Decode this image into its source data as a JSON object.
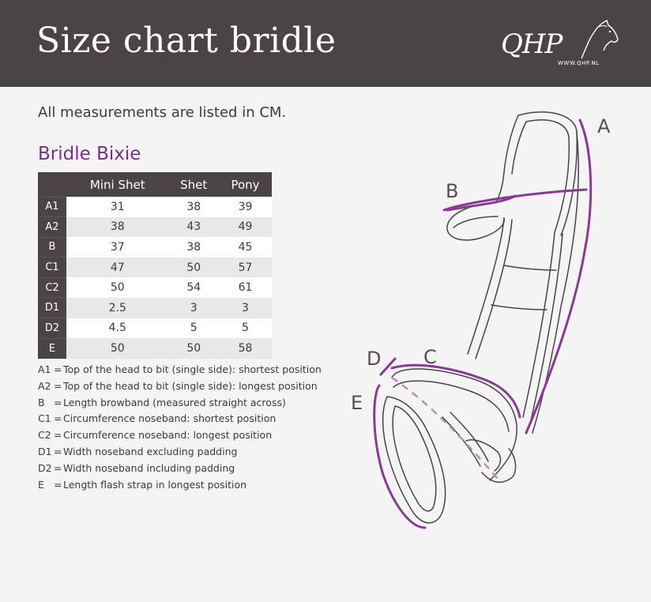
{
  "header": {
    "title": "Size chart bridle",
    "logo_text": "QHP",
    "logo_url": "WWW.QHP.NL"
  },
  "intro": "All measurements are listed in CM.",
  "subtitle": "Bridle Bixie",
  "table": {
    "columns": [
      "Mini Shet",
      "Shet",
      "Pony"
    ],
    "rows": [
      {
        "label": "A1",
        "values": [
          "31",
          "38",
          "39"
        ]
      },
      {
        "label": "A2",
        "values": [
          "38",
          "43",
          "49"
        ]
      },
      {
        "label": "B",
        "values": [
          "37",
          "38",
          "45"
        ]
      },
      {
        "label": "C1",
        "values": [
          "47",
          "50",
          "57"
        ]
      },
      {
        "label": "C2",
        "values": [
          "50",
          "54",
          "61"
        ]
      },
      {
        "label": "D1",
        "values": [
          "2.5",
          "3",
          "3"
        ]
      },
      {
        "label": "D2",
        "values": [
          "4.5",
          "5",
          "5"
        ]
      },
      {
        "label": "E",
        "values": [
          "50",
          "50",
          "58"
        ]
      }
    ]
  },
  "legend": [
    {
      "code": "A1",
      "text": "Top of the head to bit (single side): shortest position"
    },
    {
      "code": "A2",
      "text": "Top of the head to bit (single side): longest position"
    },
    {
      "code": "B",
      "text": "Length browband (measured straight across)"
    },
    {
      "code": "C1",
      "text": "Circumference noseband: shortest position"
    },
    {
      "code": "C2",
      "text": "Circumference noseband: longest position"
    },
    {
      "code": "D1",
      "text": "Width noseband excluding padding"
    },
    {
      "code": "D2",
      "text": "Width noseband including padding"
    },
    {
      "code": "E",
      "text": "Length flash strap in longest position"
    }
  ],
  "diagram_labels": {
    "a": "A",
    "b": "B",
    "c": "C",
    "d": "D",
    "e": "E"
  },
  "colors": {
    "header_bg": "#4a4444",
    "accent": "#7a2d86",
    "measure_line": "#8a3a95",
    "background": "#f4f4f4"
  },
  "icons": [
    "horse-head-logo-icon",
    "bridle-diagram"
  ]
}
